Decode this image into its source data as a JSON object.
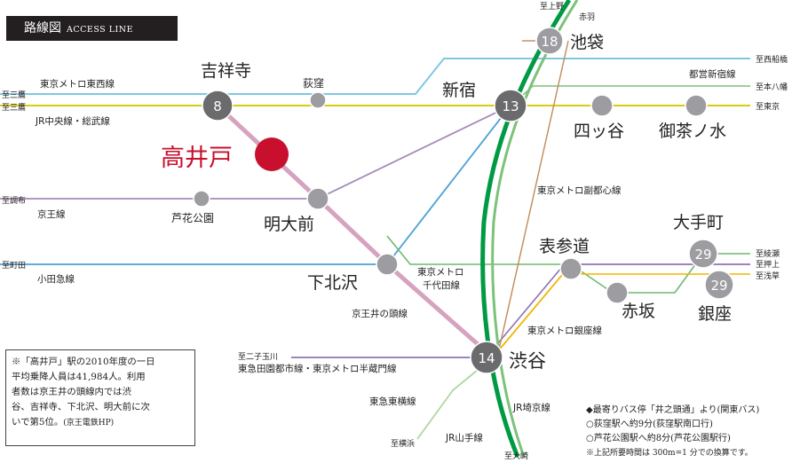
{
  "header": {
    "title": "路線図",
    "subtitle": "ACCESS LINE"
  },
  "colors": {
    "tozai": "#7ec8e3",
    "chuo": "#d8cc10",
    "keio": "#a48bb8",
    "odakyu": "#4aa0d6",
    "inokashira": "#d6a3bf",
    "yamanote": "#009a44",
    "saikyo": "#7bc27a",
    "fukutoshin": "#c08a5a",
    "ginza": "#f0b500",
    "chiyoda": "#6cba6c",
    "hanzomon": "#8e72b4",
    "toyoko": "#b0d6a0",
    "station": "#9d9ca1",
    "hub": "#6b6b6d",
    "highlight": "#c8102e"
  },
  "stations": {
    "kichijoji": "吉祥寺",
    "ogikubo": "荻窪",
    "takaido": "高井戸",
    "meidaimae": "明大前",
    "rokakoen": "芦花公園",
    "shimokitazawa": "下北沢",
    "shinjuku": "新宿",
    "yotsuya": "四ッ谷",
    "ochanomizu": "御茶ノ水",
    "ikebukuro": "池袋",
    "omotesando": "表参道",
    "akasaka": "赤坂",
    "otemachi": "大手町",
    "ginza": "銀座",
    "shibuya": "渋谷"
  },
  "times": {
    "kichijoji": "8",
    "shinjuku": "13",
    "ikebukuro": "18",
    "shibuya": "14",
    "otemachi": "29",
    "ginza": "29"
  },
  "lines": {
    "tozai": "東京メトロ東西線",
    "chuo": "JR中央線・総武線",
    "keio": "京王線",
    "odakyu": "小田急線",
    "inokashira": "京王井の頭線",
    "fukutoshin": "東京メトロ副都心線",
    "toei_shinjuku": "都営新宿線",
    "chiyoda_1": "東京メトロ",
    "chiyoda_2": "千代田線",
    "ginza": "東京メトロ銀座線",
    "denentoshi": "東急田園都市線・東京メトロ半蔵門線",
    "toyoko": "東急東横線",
    "saikyo": "JR埼京線",
    "yamanote": "JR山手線"
  },
  "directions": {
    "mitaka_1": "至三鷹",
    "mitaka_2": "至三鷹",
    "chofu": "至調布",
    "machida": "至町田",
    "nishifunabashi": "至西船橋",
    "motoyawata": "至本八幡",
    "tokyo": "至東京",
    "ueno": "至上野",
    "akabane": "赤羽",
    "ayase": "至綾瀬",
    "oshiage": "至押上",
    "asakusa": "至浅草",
    "futakotamagawa": "至二子玉川",
    "yokohama": "至横浜",
    "osaki": "至大崎"
  },
  "note": {
    "line1": "※「高井戸」駅の2010年度の一日",
    "line2": "平均乗降人員は41,984人。利用",
    "line3": "者数は京王井の頭線内では渋",
    "line4": "谷、吉祥寺、下北沢、明大前に次",
    "line5": "いで第5位。",
    "source": "(京王電鉄HP)"
  },
  "bus": {
    "line1": "◆最寄りバス停「井之頭通」より(関東バス)",
    "line2": "○荻窪駅へ約9分(荻窪駅南口行)",
    "line3": "○芦花公園駅へ約8分(芦花公園駅行)",
    "footnote": "※上記所要時間は 300m=1 分での換算です。"
  }
}
